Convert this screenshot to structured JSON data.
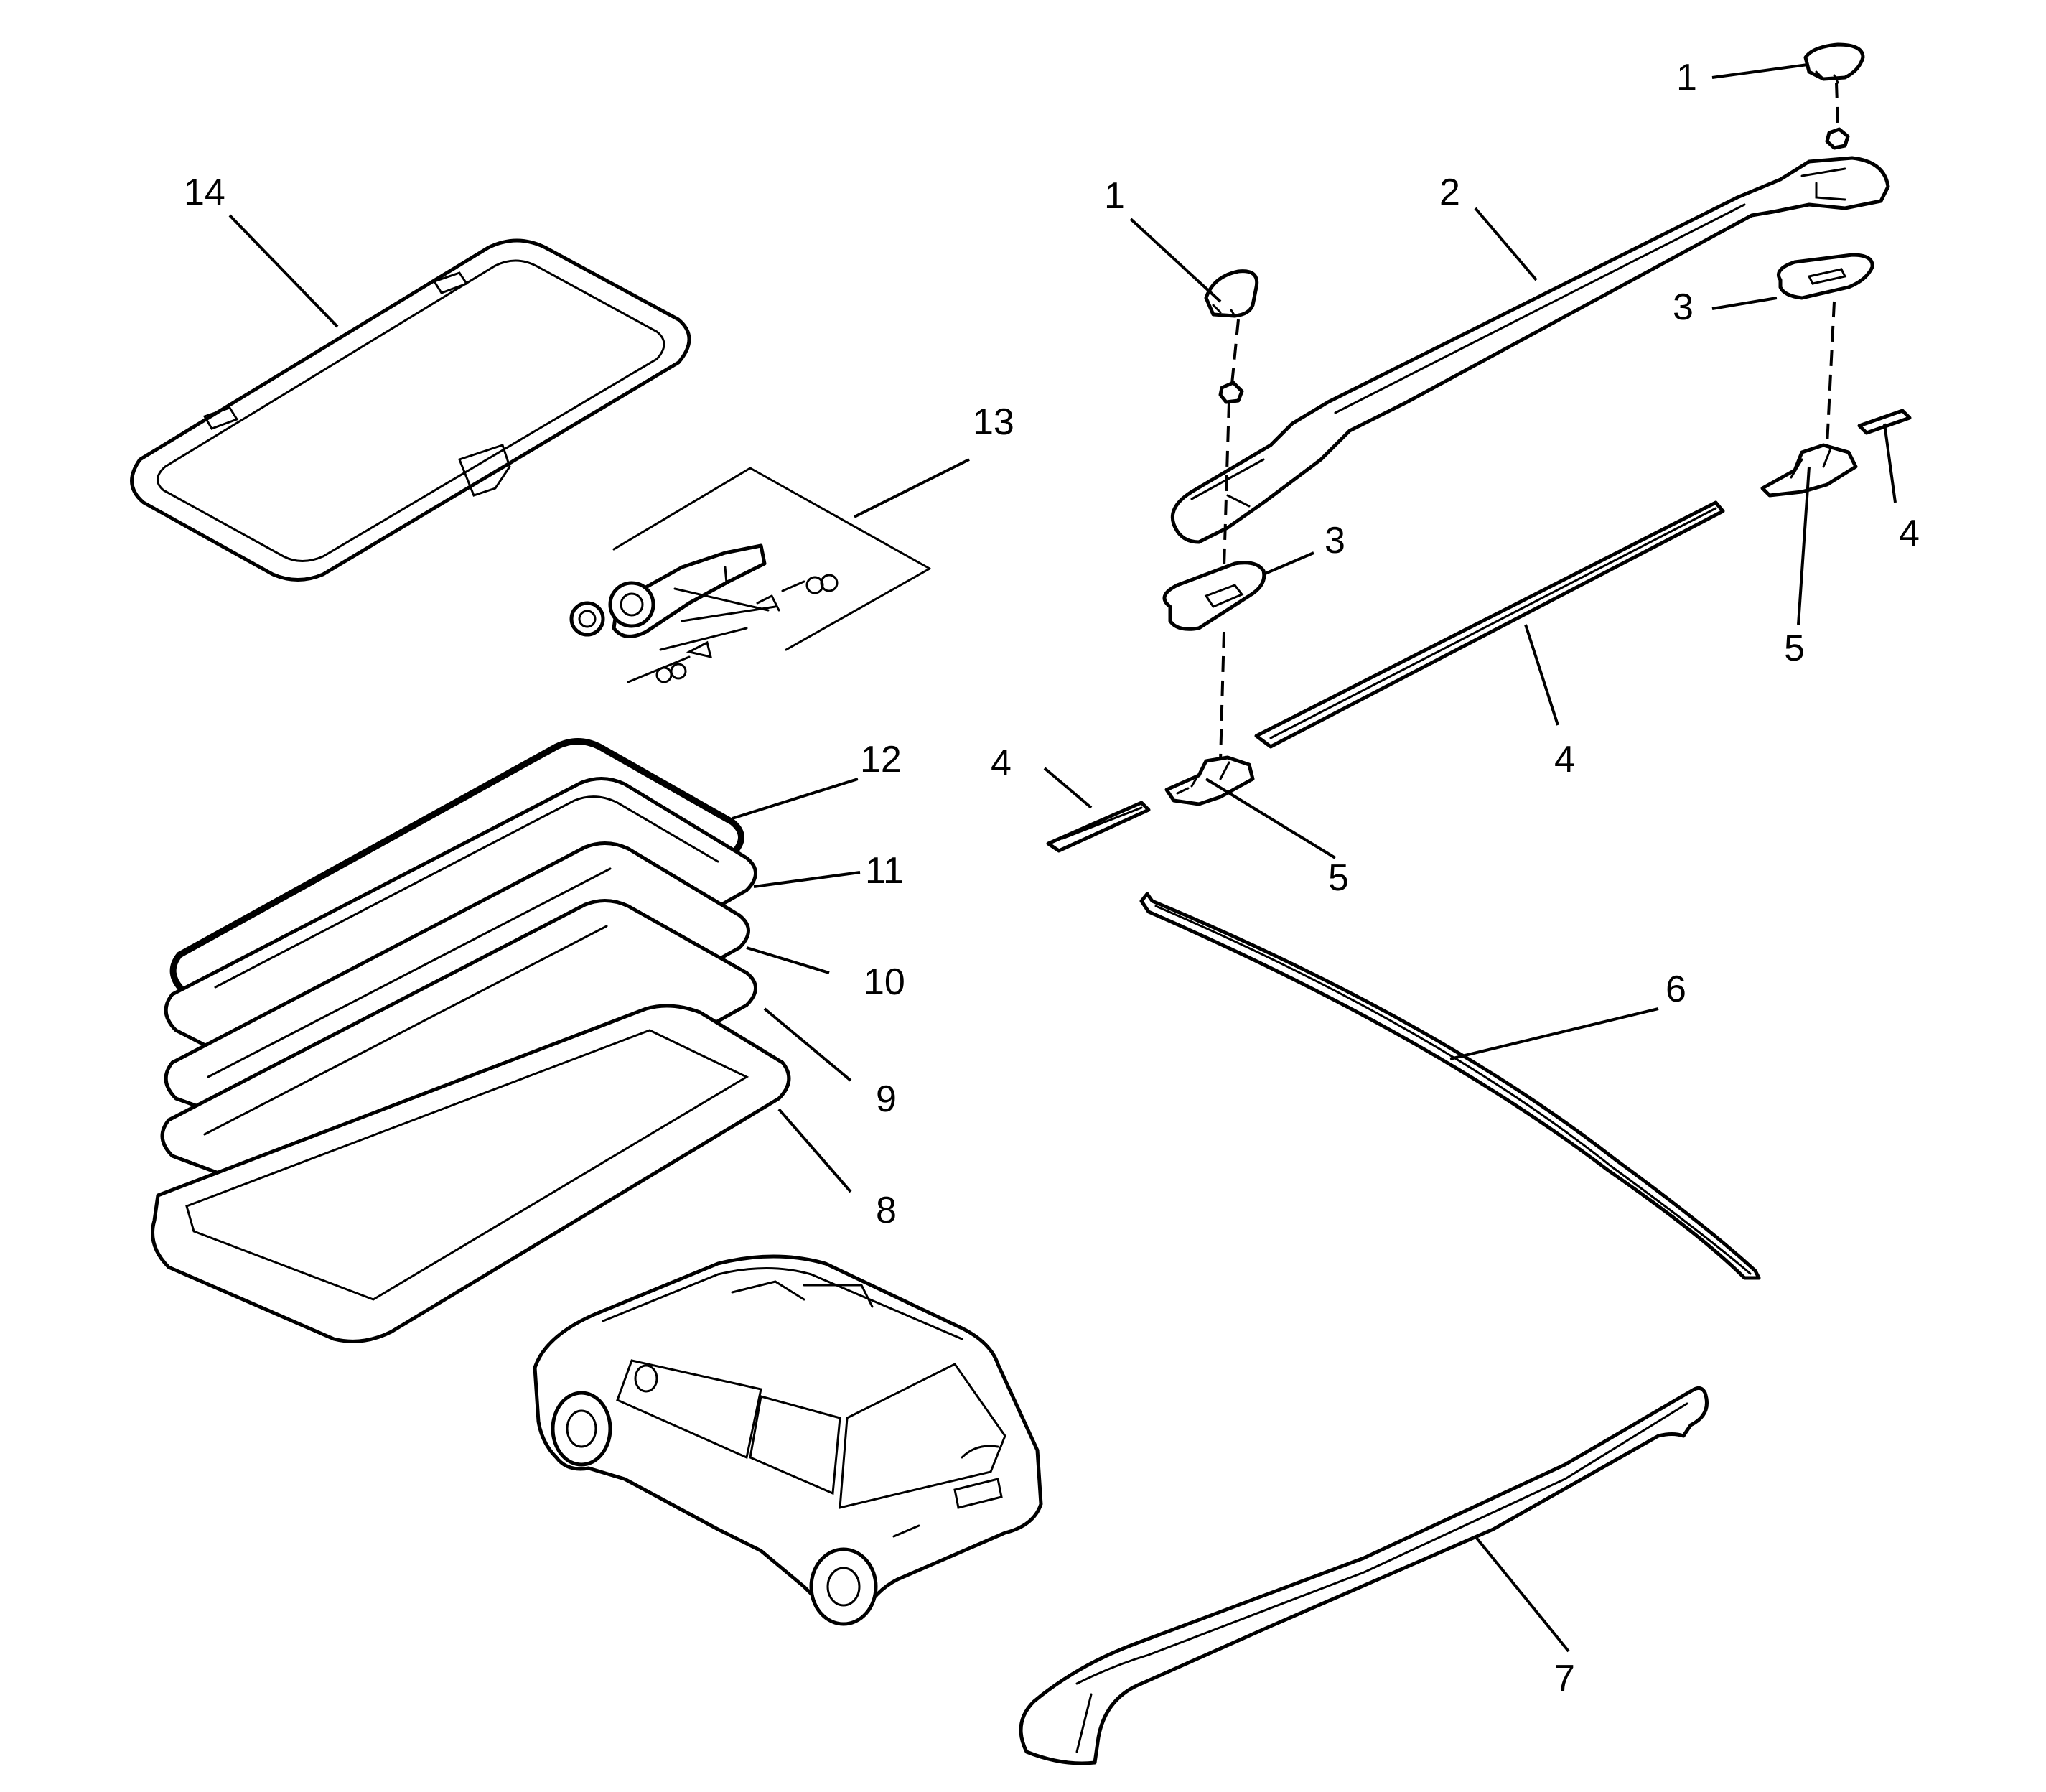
{
  "callouts": {
    "c1a": "1",
    "c1b": "1",
    "c2": "2",
    "c3a": "3",
    "c3b": "3",
    "c4a": "4",
    "c4b": "4",
    "c4c": "4",
    "c5a": "5",
    "c5b": "5",
    "c6": "6",
    "c7": "7",
    "c8": "8",
    "c9": "9",
    "c10": "10",
    "c11": "11",
    "c12": "12",
    "c13": "13",
    "c14": "14"
  }
}
